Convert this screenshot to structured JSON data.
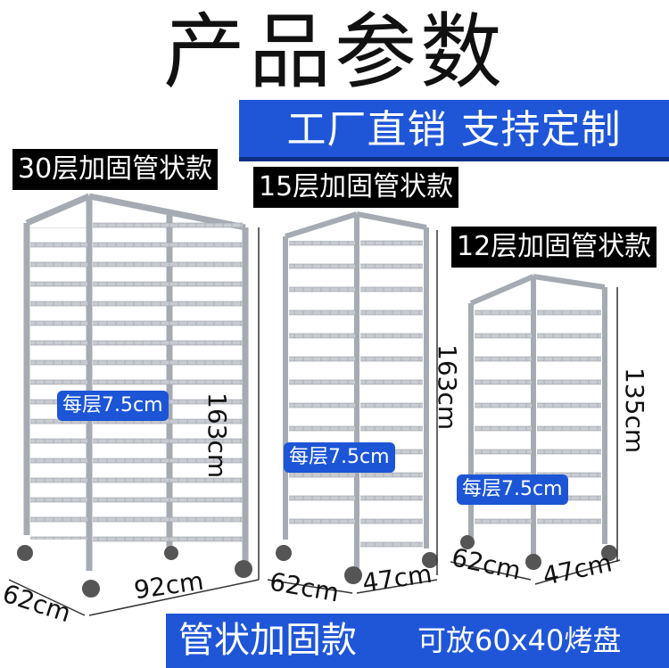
{
  "title": "产品参数",
  "banner": "工厂直销 支持定制",
  "racks": [
    {
      "label": "30层加固管状款",
      "height": "163cm",
      "spacing": "每层7.5cm",
      "width": "92cm",
      "depth": "62cm"
    },
    {
      "label": "15层加固管状款",
      "height": "163cm",
      "spacing": "每层7.5cm",
      "width": "47cm",
      "depth": "62cm"
    },
    {
      "label": "12层加固管状款",
      "height": "135cm",
      "spacing": "每层7.5cm",
      "width": "47cm",
      "depth": "62cm"
    }
  ],
  "footer": {
    "left": "管状加固款",
    "right": "可放60x40烤盘"
  },
  "colors": {
    "accent": "#1f56d8",
    "frame": "#b9bcc2",
    "label_bg": "#000000"
  }
}
